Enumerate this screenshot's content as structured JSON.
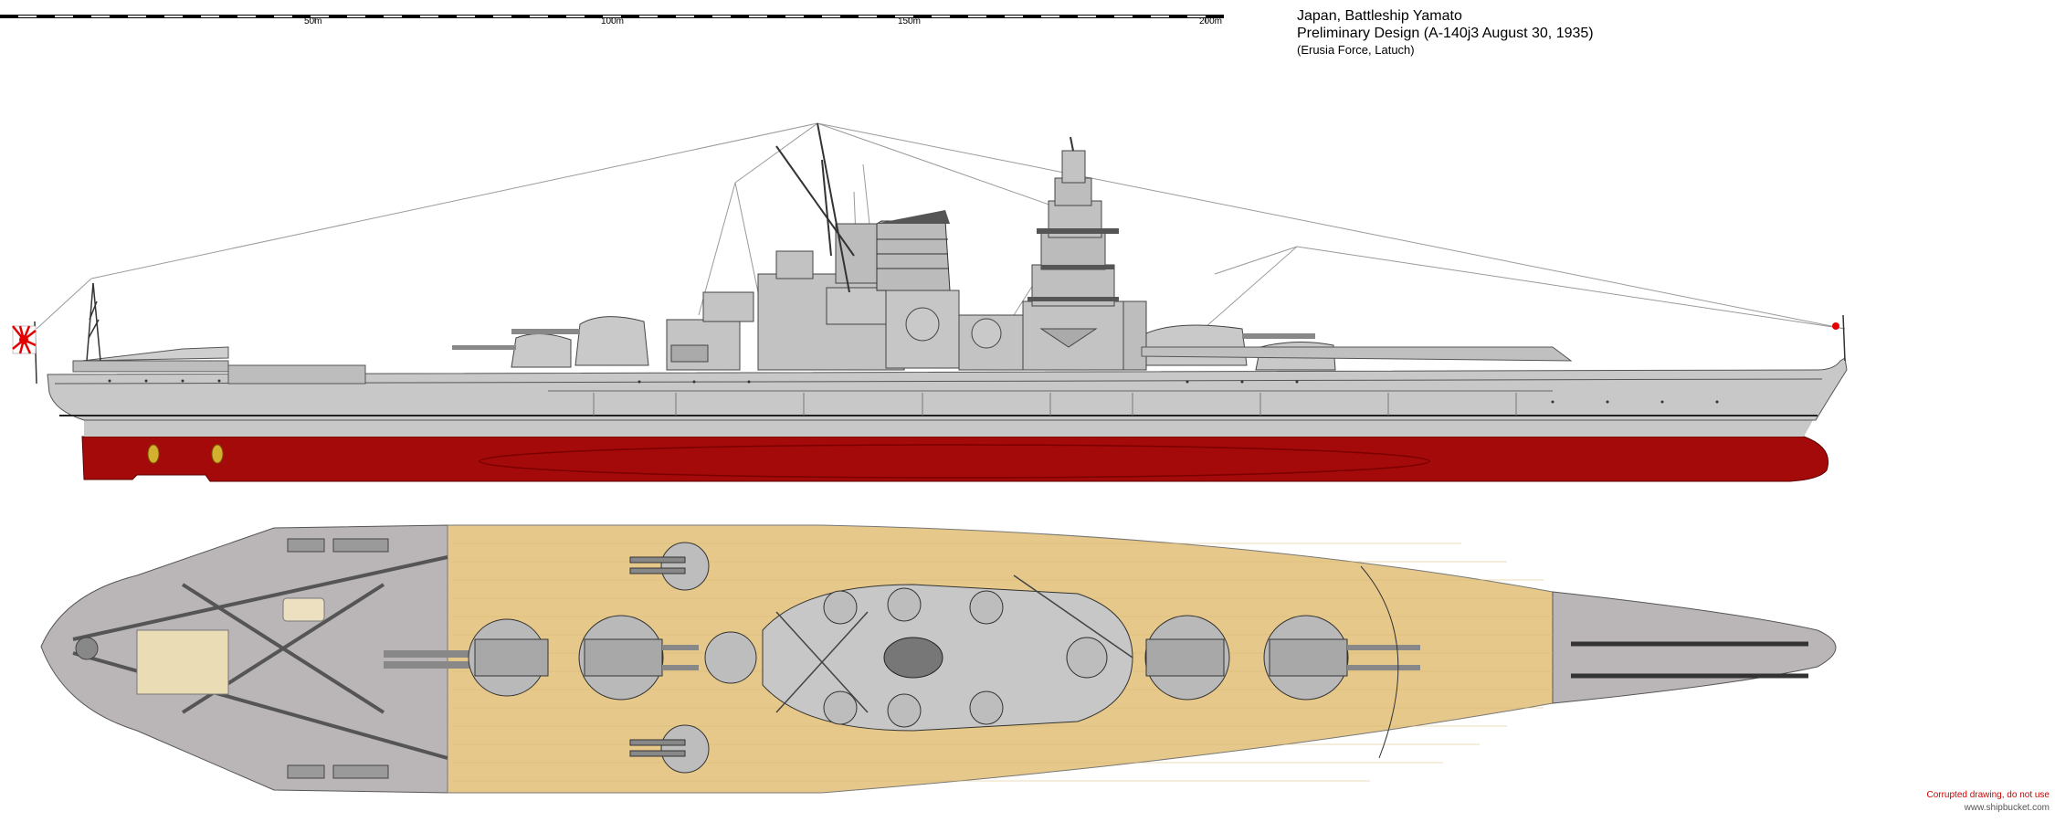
{
  "scale_bar": {
    "labels": [
      "50m",
      "100m",
      "150m",
      "200m"
    ]
  },
  "title": {
    "line1": "Japan, Battleship Yamato",
    "line2": "Preliminary Design (A-140j3 August 30, 1935)",
    "line3": "(Erusia Force, Latuch)"
  },
  "footer": {
    "warning": "Corrupted drawing, do not use",
    "site": "www.shipbucket.com"
  },
  "colors": {
    "hull_red": "#a50a0a",
    "hull_grey": "#c8c8c8",
    "superstructure_grey": "#bdbdbd",
    "deck_wood": "#e6c98a",
    "deck_steel": "#bab6b8",
    "flag_red": "#e40000"
  },
  "icons": {
    "flag": "rising-sun-ensign",
    "bow_marker": "red-dot"
  }
}
